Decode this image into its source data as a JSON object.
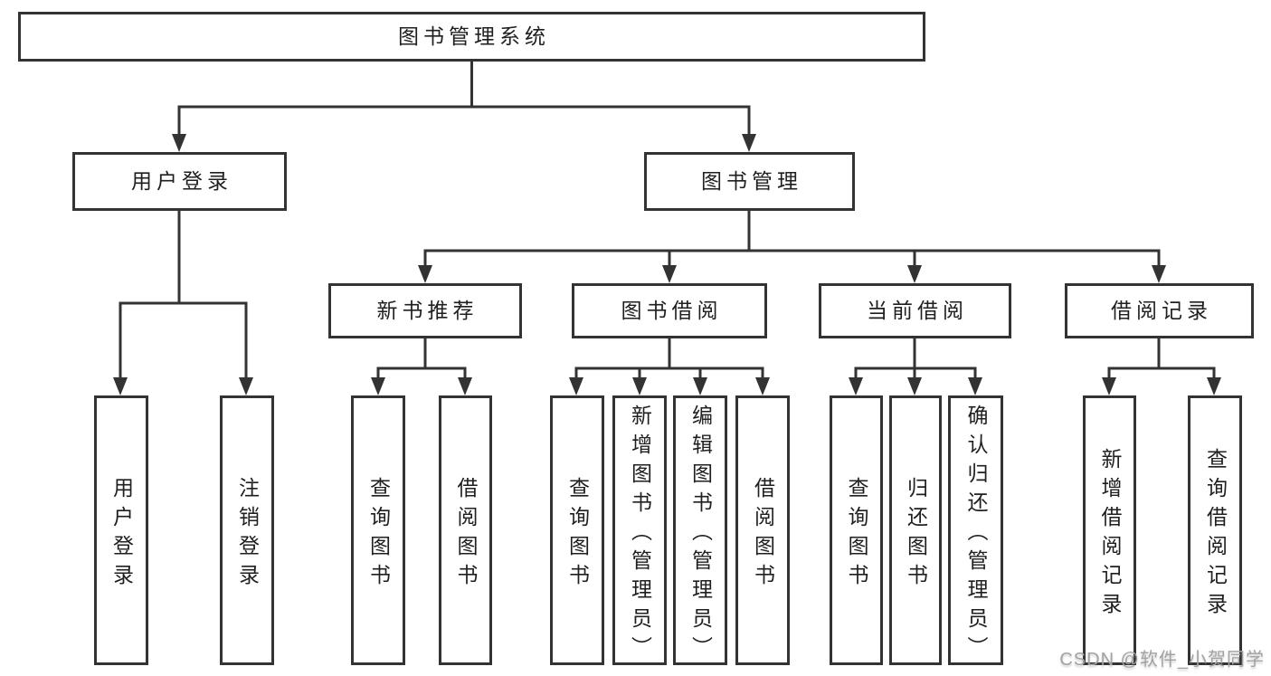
{
  "diagram": {
    "root": {
      "label": "图书管理系统",
      "children": [
        {
          "label": "用户登录",
          "children": [
            {
              "label": "用户登录"
            },
            {
              "label": "注销登录"
            }
          ]
        },
        {
          "label": "图书管理",
          "children": [
            {
              "label": "新书推荐",
              "children": [
                {
                  "label": "查询图书"
                },
                {
                  "label": "借阅图书"
                }
              ]
            },
            {
              "label": "图书借阅",
              "children": [
                {
                  "label": "查询图书"
                },
                {
                  "label": "新增图书（管理员）"
                },
                {
                  "label": "编辑图书（管理员）"
                },
                {
                  "label": "借阅图书"
                }
              ]
            },
            {
              "label": "当前借阅",
              "children": [
                {
                  "label": "查询图书"
                },
                {
                  "label": "归还图书"
                },
                {
                  "label": "确认归还（管理员）"
                }
              ]
            },
            {
              "label": "借阅记录",
              "children": [
                {
                  "label": "新增借阅记录"
                },
                {
                  "label": "查询借阅记录"
                }
              ]
            }
          ]
        }
      ]
    }
  },
  "watermark": "CSDN @软件_小贺同学",
  "colors": {
    "line": "#333333",
    "text": "#1f1f1f",
    "watermark": "#a3a3a3"
  }
}
